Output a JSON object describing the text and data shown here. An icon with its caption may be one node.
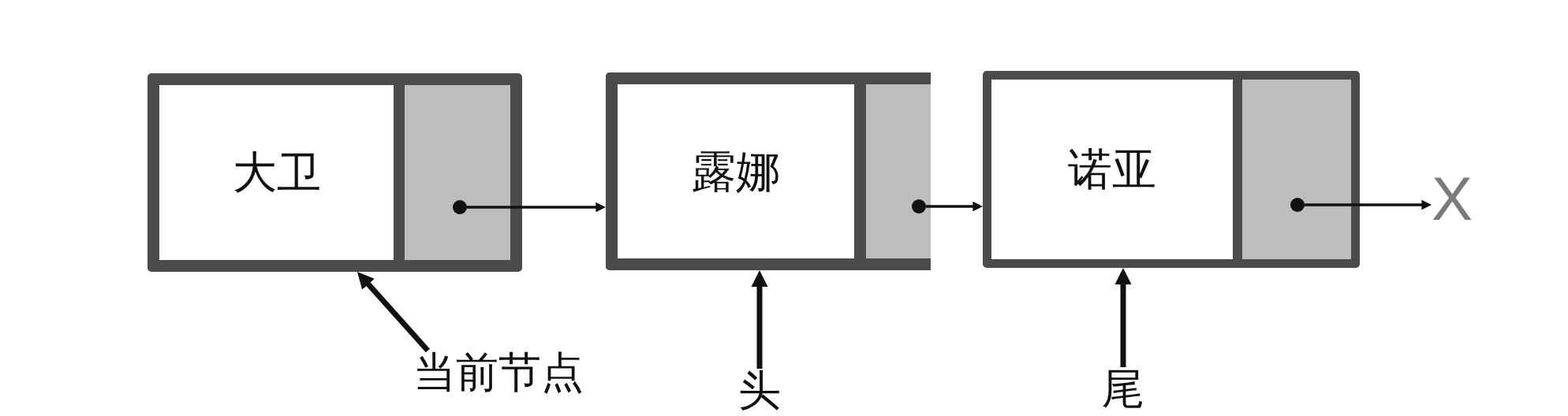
{
  "diagram": {
    "nodes": [
      {
        "text": [
          "大卫"
        ]
      },
      {
        "text": [],
        "shape": "circle",
        "in": 0
      },
      {
        "text": [
          "露娜"
        ]
      },
      {
        "text": [],
        "shape": "circle",
        "in": 2
      },
      {
        "text": [
          "诺亚"
        ]
      },
      {
        "text": [],
        "shape": "circle",
        "in": 4
      },
      {
        "text": [
          "X"
        ]
      },
      {
        "text": [
          "当前节点"
        ]
      },
      {
        "text": [
          "头"
        ]
      },
      {
        "text": [
          "尾"
        ]
      }
    ],
    "edges": [
      {
        "from": 1,
        "to": 2,
        "arrow": "to"
      },
      {
        "from": 3,
        "to": 4,
        "arrow": "to"
      },
      {
        "from": 5,
        "to": 6,
        "arrow": "to"
      },
      {
        "from": 7,
        "to": 0,
        "arrow": "to"
      },
      {
        "from": 8,
        "to": 2,
        "arrow": "to"
      },
      {
        "from": 9,
        "to": 4,
        "arrow": "to"
      }
    ]
  }
}
